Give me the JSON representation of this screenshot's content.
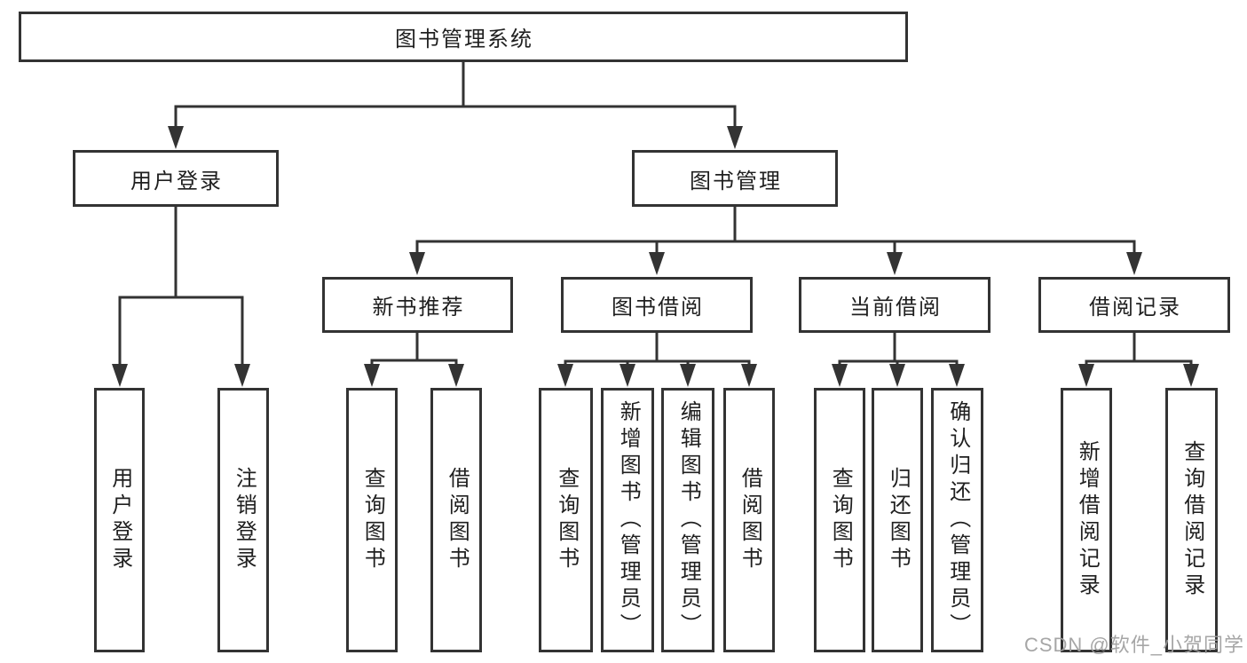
{
  "colors": {
    "line": "#333333",
    "text": "#1f1f1f",
    "box_background": "#ffffff",
    "page_background": "#ffffff",
    "watermark": "#9e9e9e"
  },
  "watermark": {
    "text": "CSDN @软件_小贺同学"
  },
  "nodes": {
    "root": {
      "label": "图书管理系统"
    },
    "user_login": {
      "label": "用户登录",
      "children": [
        "用户登录",
        "注销登录"
      ]
    },
    "book_management": {
      "label": "图书管理"
    },
    "new_book_recommend": {
      "label": "新书推荐",
      "children": [
        "查询图书",
        "借阅图书"
      ]
    },
    "book_borrowing": {
      "label": "图书借阅",
      "children": [
        "查询图书",
        "新增图书（管理员）",
        "编辑图书（管理员）",
        "借阅图书"
      ]
    },
    "current_borrowing": {
      "label": "当前借阅",
      "children": [
        "查询图书",
        "归还图书",
        "确认归还（管理员）"
      ]
    },
    "borrowing_records": {
      "label": "借阅记录",
      "children": [
        "新增借阅记录",
        "查询借阅记录"
      ]
    }
  }
}
